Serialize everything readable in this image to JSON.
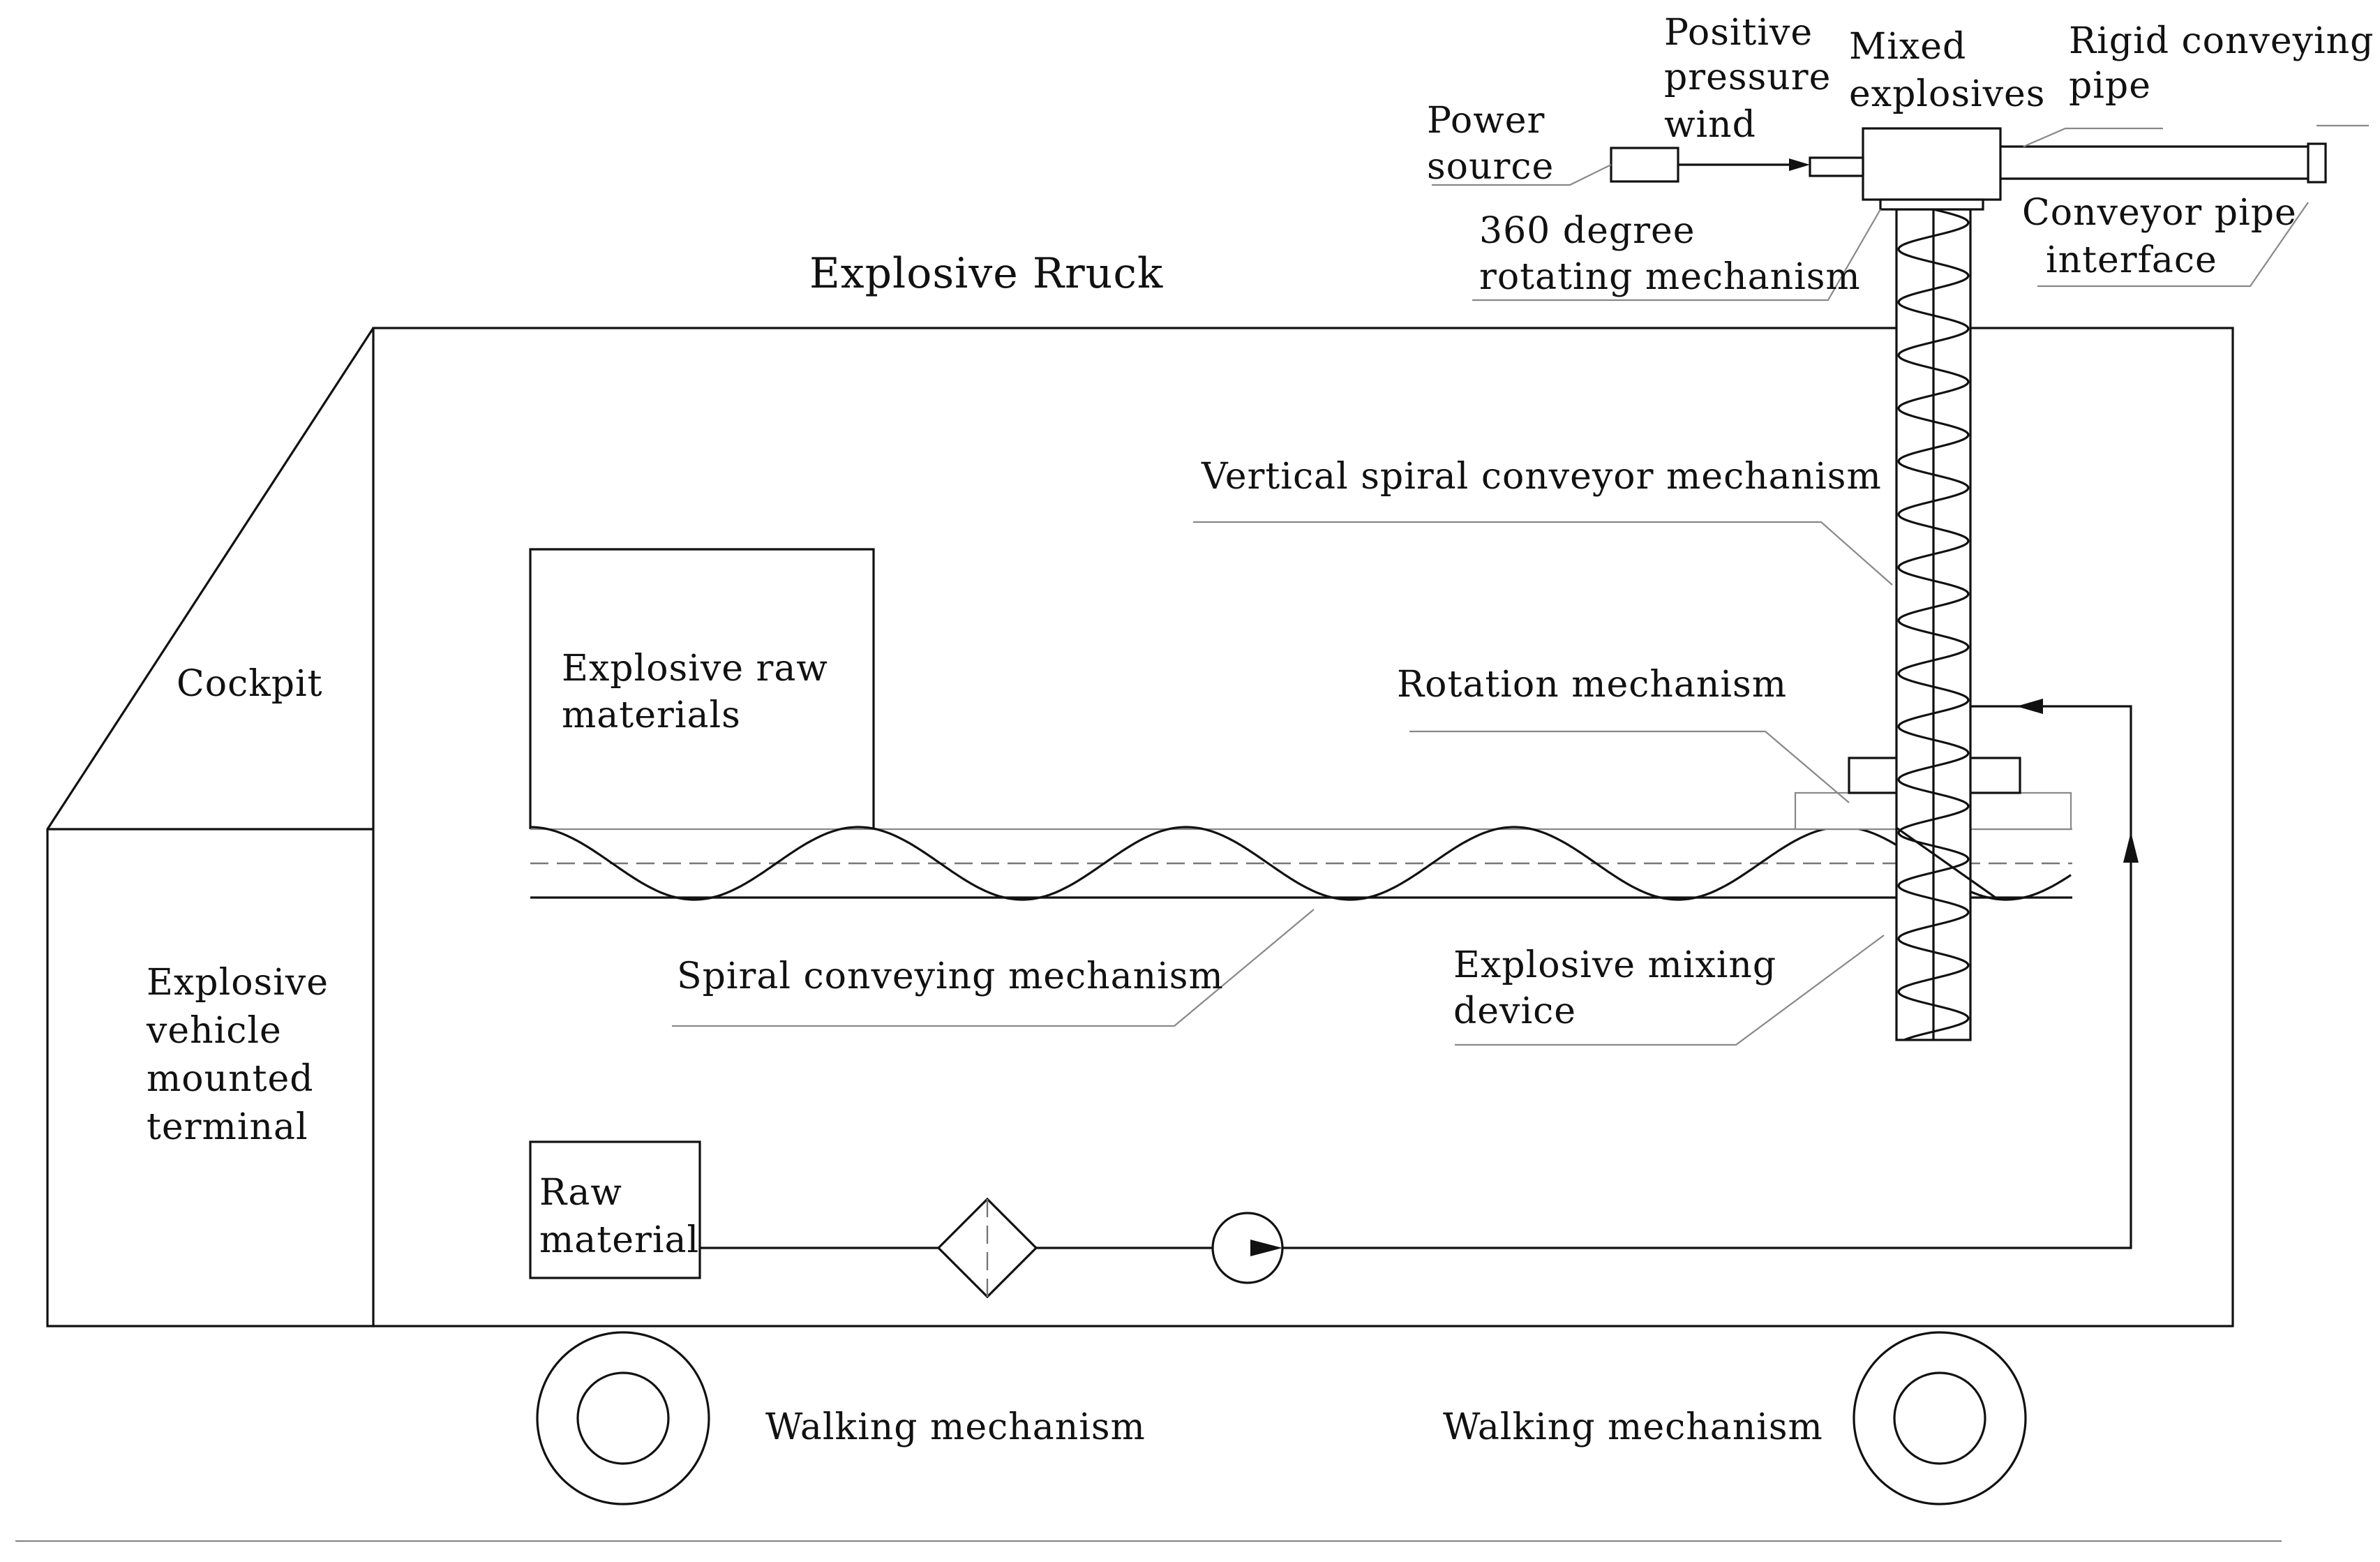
{
  "title": "Explosive Rruck",
  "labels": {
    "power_source": [
      "Power",
      "source"
    ],
    "positive_pressure_wind": [
      "Positive",
      "pressure",
      "wind"
    ],
    "mixed_explosives": [
      "Mixed",
      "explosives"
    ],
    "rigid_conveying_pipe": [
      "Rigid conveying",
      "pipe"
    ],
    "rotating_mechanism_360": [
      "360 degree",
      "rotating mechanism"
    ],
    "conveyor_pipe_interface": [
      "Conveyor pipe",
      "interface"
    ],
    "vertical_spiral_conveyor": [
      "Vertical spiral conveyor mechanism"
    ],
    "cockpit": [
      "Cockpit"
    ],
    "explosive_raw_materials": [
      "Explosive raw",
      "materials"
    ],
    "rotation_mechanism": [
      "Rotation mechanism"
    ],
    "spiral_conveying_mechanism": [
      "Spiral conveying mechanism"
    ],
    "explosive_mixing_device": [
      "Explosive mixing",
      "device"
    ],
    "vehicle_mounted_terminal": [
      "Explosive",
      "vehicle",
      "mounted",
      "terminal"
    ],
    "raw_material": [
      "Raw",
      "material"
    ],
    "walking_mechanism_left": [
      "Walking mechanism"
    ],
    "walking_mechanism_right": [
      "Walking mechanism"
    ]
  },
  "colors": {
    "line": "#111111",
    "dash": "#777777",
    "background": "#ffffff"
  }
}
